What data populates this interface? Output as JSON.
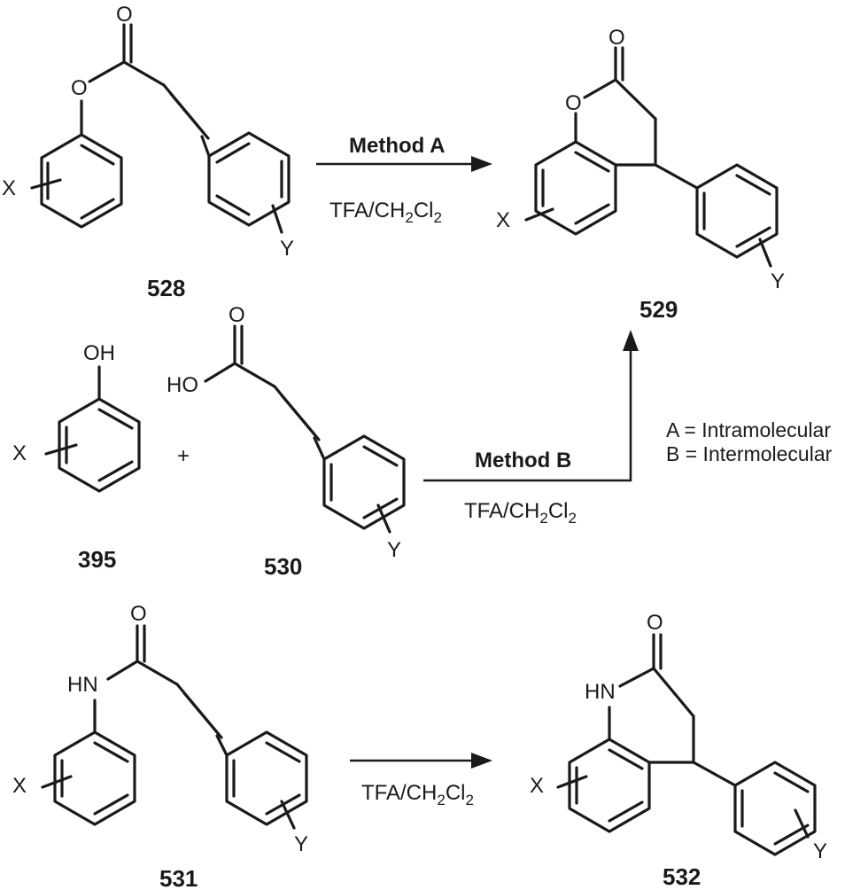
{
  "compounds": {
    "c528": {
      "label": "528",
      "ether_o": "O",
      "carbonyl_o": "O",
      "x": "X",
      "y": "Y"
    },
    "c529": {
      "label": "529",
      "ring_o": "O",
      "carbonyl_o": "O",
      "x": "X",
      "y": "Y"
    },
    "c395": {
      "label": "395",
      "oh": "OH",
      "x": "X"
    },
    "c530": {
      "label": "530",
      "ho": "HO",
      "carbonyl_o": "O",
      "y": "Y"
    },
    "c531": {
      "label": "531",
      "nh": "HN",
      "carbonyl_o": "O",
      "x": "X",
      "y": "Y"
    },
    "c532": {
      "label": "532",
      "nh": "HN",
      "carbonyl_o": "O",
      "x": "X",
      "y": "Y"
    }
  },
  "plus": "+",
  "reactions": {
    "method_a": {
      "label": "Method A",
      "cond_main": "TFA/CH",
      "cond_sub": "2",
      "cond_cl": "Cl",
      "cond_sub2": "2"
    },
    "method_b": {
      "label": "Method B",
      "cond_main": "TFA/CH",
      "cond_sub": "2",
      "cond_cl": "Cl",
      "cond_sub2": "2"
    },
    "bottom": {
      "cond_main": "TFA/CH",
      "cond_sub": "2",
      "cond_cl": "Cl",
      "cond_sub2": "2"
    }
  },
  "legend": {
    "line_a": "A = Intramolecular",
    "line_b": "B = Intermolecular"
  }
}
